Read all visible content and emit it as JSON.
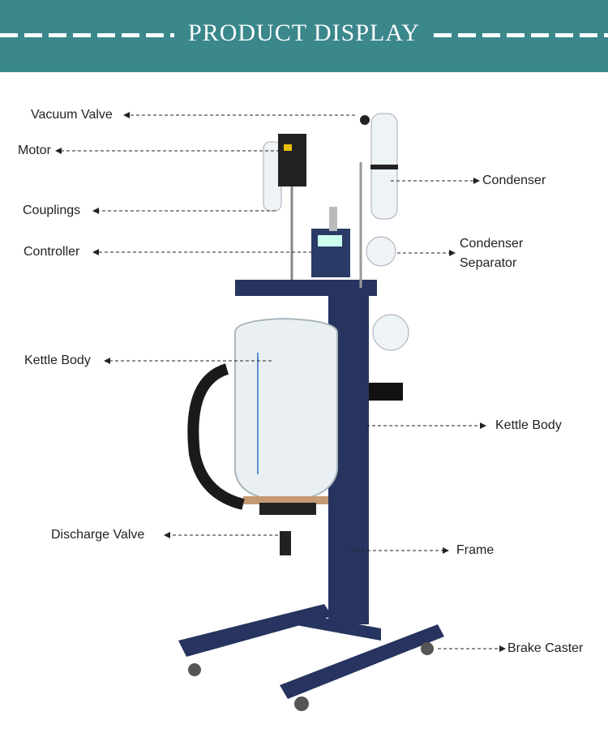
{
  "header": {
    "title": "PRODUCT DISPLAY",
    "color": "#3a878c"
  },
  "labels": {
    "vacuum_valve": "Vacuum Valve",
    "motor": "Motor",
    "couplings": "Couplings",
    "controller": "Controller",
    "kettle_body_left": "Kettle Body",
    "discharge_valve": "Discharge Valve",
    "condenser": "Condenser",
    "condenser_separator_1": "Condenser",
    "condenser_separator_2": "Separator",
    "kettle_body_right": "Kettle Body",
    "frame": "Frame",
    "brake_caster": "Brake Caster"
  }
}
